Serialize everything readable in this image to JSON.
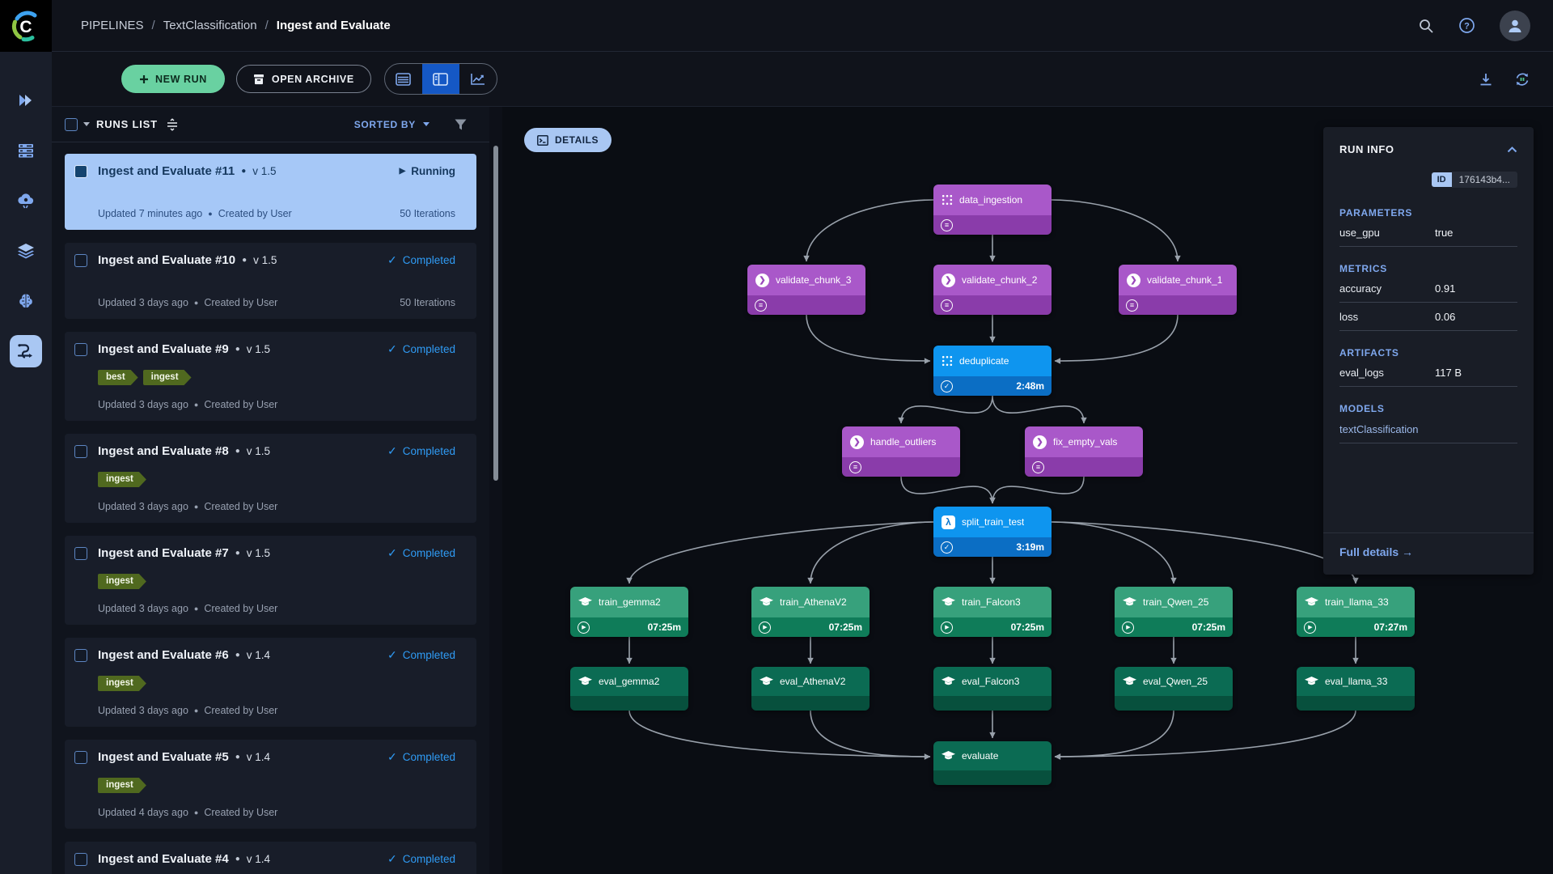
{
  "header": {
    "breadcrumb": [
      "PIPELINES",
      "TextClassification",
      "Ingest and Evaluate"
    ]
  },
  "toolbar": {
    "new_run": "NEW RUN",
    "open_archive": "OPEN ARCHIVE"
  },
  "runs_list": {
    "title": "RUNS LIST",
    "sorted_by_label": "SORTED BY",
    "items": [
      {
        "title": "Ingest and Evaluate #11",
        "version": "v 1.5",
        "status": "Running",
        "status_kind": "running",
        "updated": "Updated 7 minutes ago",
        "created": "Created by User",
        "iterations": "50 Iterations",
        "tags": [],
        "selected": true
      },
      {
        "title": "Ingest and Evaluate #10",
        "version": "v 1.5",
        "status": "Completed",
        "status_kind": "completed",
        "updated": "Updated 3 days ago",
        "created": "Created by User",
        "iterations": "50 Iterations",
        "tags": [],
        "selected": false
      },
      {
        "title": "Ingest and Evaluate #9",
        "version": "v 1.5",
        "status": "Completed",
        "status_kind": "completed",
        "updated": "Updated 3 days ago",
        "created": "Created by User",
        "iterations": "",
        "tags": [
          "best",
          "ingest"
        ],
        "selected": false
      },
      {
        "title": "Ingest and Evaluate #8",
        "version": "v 1.5",
        "status": "Completed",
        "status_kind": "completed",
        "updated": "Updated 3 days ago",
        "created": "Created by User",
        "iterations": "",
        "tags": [
          "ingest"
        ],
        "selected": false
      },
      {
        "title": "Ingest and Evaluate #7",
        "version": "v 1.5",
        "status": "Completed",
        "status_kind": "completed",
        "updated": "Updated 3 days ago",
        "created": "Created by User",
        "iterations": "",
        "tags": [
          "ingest"
        ],
        "selected": false
      },
      {
        "title": "Ingest and Evaluate #6",
        "version": "v 1.4",
        "status": "Completed",
        "status_kind": "completed",
        "updated": "Updated 3 days ago",
        "created": "Created by User",
        "iterations": "",
        "tags": [
          "ingest"
        ],
        "selected": false
      },
      {
        "title": "Ingest and Evaluate #5",
        "version": "v 1.4",
        "status": "Completed",
        "status_kind": "completed",
        "updated": "Updated 4 days ago",
        "created": "Created by User",
        "iterations": "",
        "tags": [
          "ingest"
        ],
        "selected": false
      },
      {
        "title": "Ingest and Evaluate #4",
        "version": "v 1.4",
        "status": "Completed",
        "status_kind": "completed",
        "updated": "",
        "created": "",
        "iterations": "",
        "tags": [],
        "selected": false
      }
    ]
  },
  "stage": {
    "details_button": "DETAILS"
  },
  "run_info": {
    "title": "RUN INFO",
    "id_label": "ID",
    "id_value": "176143b4...",
    "sections": [
      {
        "title": "PARAMETERS",
        "rows": [
          [
            "use_gpu",
            "true"
          ]
        ],
        "links": []
      },
      {
        "title": "METRICS",
        "rows": [
          [
            "accuracy",
            "0.91"
          ],
          [
            "loss",
            "0.06"
          ]
        ],
        "links": []
      },
      {
        "title": "ARTIFACTS",
        "rows": [
          [
            "eval_logs",
            "117 B"
          ]
        ],
        "links": []
      },
      {
        "title": "MODELS",
        "rows": [],
        "links": [
          "textClassification"
        ]
      }
    ],
    "full_details": "Full details →"
  },
  "dag": {
    "nodes": [
      {
        "id": "data_ingestion",
        "label": "data_ingestion",
        "type": "purple",
        "icon": "dataset",
        "footer_icon": "menu",
        "time": ""
      },
      {
        "id": "validate_chunk_3",
        "label": "validate_chunk_3",
        "type": "purple",
        "icon": "chevron",
        "footer_icon": "menu",
        "time": ""
      },
      {
        "id": "validate_chunk_2",
        "label": "validate_chunk_2",
        "type": "purple",
        "icon": "chevron",
        "footer_icon": "menu",
        "time": ""
      },
      {
        "id": "validate_chunk_1",
        "label": "validate_chunk_1",
        "type": "purple",
        "icon": "chevron",
        "footer_icon": "menu",
        "time": ""
      },
      {
        "id": "deduplicate",
        "label": "deduplicate",
        "type": "blue",
        "icon": "dataset",
        "footer_icon": "check",
        "time": "2:48m"
      },
      {
        "id": "handle_outliers",
        "label": "handle_outliers",
        "type": "purple",
        "icon": "chevron",
        "footer_icon": "menu",
        "time": ""
      },
      {
        "id": "fix_empty_vals",
        "label": "fix_empty_vals",
        "type": "purple",
        "icon": "chevron",
        "footer_icon": "menu",
        "time": ""
      },
      {
        "id": "split_train_test",
        "label": "split_train_test",
        "type": "blue",
        "icon": "lambda",
        "footer_icon": "check",
        "time": "3:19m"
      },
      {
        "id": "train_gemma2",
        "label": "train_gemma2",
        "type": "train",
        "icon": "cap",
        "footer_icon": "play",
        "time": "07:25m"
      },
      {
        "id": "train_AthenaV2",
        "label": "train_AthenaV2",
        "type": "train",
        "icon": "cap",
        "footer_icon": "play",
        "time": "07:25m"
      },
      {
        "id": "train_Falcon3",
        "label": "train_Falcon3",
        "type": "train",
        "icon": "cap",
        "footer_icon": "play",
        "time": "07:25m"
      },
      {
        "id": "train_Qwen_25",
        "label": "train_Qwen_25",
        "type": "train",
        "icon": "cap",
        "footer_icon": "play",
        "time": "07:25m"
      },
      {
        "id": "train_llama_33",
        "label": "train_llama_33",
        "type": "train",
        "icon": "cap",
        "footer_icon": "play",
        "time": "07:27m"
      },
      {
        "id": "eval_gemma2",
        "label": "eval_gemma2",
        "type": "eval",
        "icon": "cap",
        "footer_icon": null,
        "time": ""
      },
      {
        "id": "eval_AthenaV2",
        "label": "eval_AthenaV2",
        "type": "eval",
        "icon": "cap",
        "footer_icon": null,
        "time": ""
      },
      {
        "id": "eval_Falcon3",
        "label": "eval_Falcon3",
        "type": "eval",
        "icon": "cap",
        "footer_icon": null,
        "time": ""
      },
      {
        "id": "eval_Qwen_25",
        "label": "eval_Qwen_25",
        "type": "eval",
        "icon": "cap",
        "footer_icon": null,
        "time": ""
      },
      {
        "id": "eval_llama_33",
        "label": "eval_llama_33",
        "type": "eval",
        "icon": "cap",
        "footer_icon": null,
        "time": ""
      },
      {
        "id": "evaluate",
        "label": "evaluate",
        "type": "eval",
        "icon": "cap",
        "footer_icon": null,
        "time": ""
      }
    ],
    "edges": [
      [
        "data_ingestion",
        "L",
        "validate_chunk_3",
        "T"
      ],
      [
        "data_ingestion",
        "B",
        "validate_chunk_2",
        "T"
      ],
      [
        "data_ingestion",
        "R",
        "validate_chunk_1",
        "T"
      ],
      [
        "validate_chunk_3",
        "B",
        "deduplicate",
        "L"
      ],
      [
        "validate_chunk_2",
        "B",
        "deduplicate",
        "T"
      ],
      [
        "validate_chunk_1",
        "B",
        "deduplicate",
        "R"
      ],
      [
        "deduplicate",
        "B",
        "handle_outliers",
        "T"
      ],
      [
        "deduplicate",
        "B",
        "fix_empty_vals",
        "T"
      ],
      [
        "handle_outliers",
        "B",
        "split_train_test",
        "T"
      ],
      [
        "fix_empty_vals",
        "B",
        "split_train_test",
        "T"
      ],
      [
        "split_train_test",
        "L",
        "train_gemma2",
        "T"
      ],
      [
        "split_train_test",
        "L",
        "train_AthenaV2",
        "T"
      ],
      [
        "split_train_test",
        "B",
        "train_Falcon3",
        "T"
      ],
      [
        "split_train_test",
        "R",
        "train_Qwen_25",
        "T"
      ],
      [
        "split_train_test",
        "R",
        "train_llama_33",
        "T"
      ],
      [
        "train_gemma2",
        "B",
        "eval_gemma2",
        "T"
      ],
      [
        "train_AthenaV2",
        "B",
        "eval_AthenaV2",
        "T"
      ],
      [
        "train_Falcon3",
        "B",
        "eval_Falcon3",
        "T"
      ],
      [
        "train_Qwen_25",
        "B",
        "eval_Qwen_25",
        "T"
      ],
      [
        "train_llama_33",
        "B",
        "eval_llama_33",
        "T"
      ],
      [
        "eval_gemma2",
        "B",
        "evaluate",
        "L"
      ],
      [
        "eval_AthenaV2",
        "B",
        "evaluate",
        "L"
      ],
      [
        "eval_Falcon3",
        "B",
        "evaluate",
        "T"
      ],
      [
        "eval_Qwen_25",
        "B",
        "evaluate",
        "R"
      ],
      [
        "eval_llama_33",
        "B",
        "evaluate",
        "R"
      ]
    ]
  },
  "colors": {
    "accent_green": "#69d1a1",
    "accent_blue": "#2f9bf4",
    "selected_row": "#a6c8f7",
    "node_purple": "#a958c9",
    "node_blue": "#0e95ef",
    "node_train": "#37a17c",
    "node_eval": "#0b6b53",
    "edge": "#99a1ab"
  }
}
